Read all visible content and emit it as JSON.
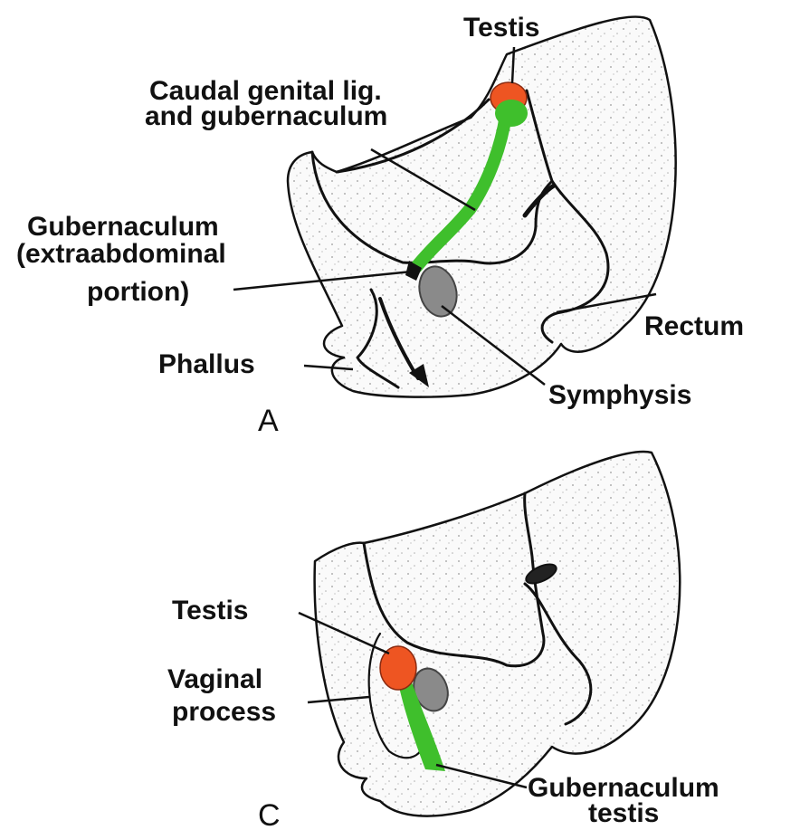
{
  "colors": {
    "testis": "#ee5522",
    "gubernaculum": "#3fbf2c",
    "symphysis": "#8a8a8a",
    "outline": "#111111"
  },
  "panel_a": {
    "letter": "A",
    "labels": {
      "testis": "Testis",
      "caudal_line1": "Caudal genital lig.",
      "caudal_line2": "and gubernaculum",
      "gub_line1": "Gubernaculum",
      "gub_line2": "(extraabdominal",
      "gub_line3": "portion)",
      "phallus": "Phallus",
      "rectum": "Rectum",
      "symphysis": "Symphysis"
    }
  },
  "panel_c": {
    "letter": "C",
    "labels": {
      "testis": "Testis",
      "vaginal_line1": "Vaginal",
      "vaginal_line2": "process",
      "gub_line1": "Gubernaculum",
      "gub_line2": "testis"
    }
  }
}
